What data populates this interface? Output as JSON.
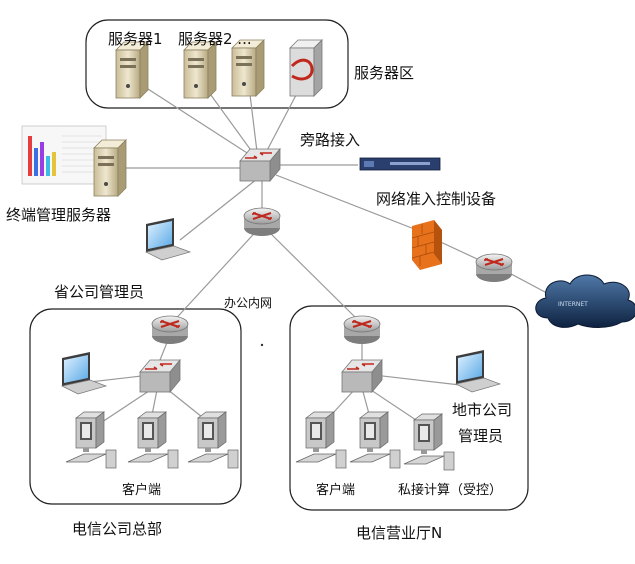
{
  "labels": {
    "server1": "服务器1",
    "server2": "服务器2 ...",
    "server_zone": "服务器区",
    "bypass_access": "旁路接入",
    "terminal_mgmt_server": "终端管理服务器",
    "network_access_device": "网络准入控制设备",
    "province_admin": "省公司管理员",
    "office_intranet": "办公内网",
    "city_admin_line1": "地市公司",
    "city_admin_line2": "管理员",
    "client_left": "客户端",
    "client_right": "客户端",
    "private_compute": "私接计算（受控）",
    "headquarters": "电信公司总部",
    "branch_hall": "电信营业厅N",
    "internet_cloud": "INTERNET"
  },
  "colors": {
    "firewall": "#e8721c",
    "cloud": "#1f3b63",
    "router": "#8a8a8a",
    "server": "#d9ceb0",
    "appliance": "#2a3f6e",
    "lines": "#9a9a9a"
  },
  "icons": {
    "router": "router-icon",
    "switch": "switch-icon",
    "server": "server-icon",
    "firewall": "firewall-icon",
    "cloud": "internet-cloud-icon",
    "laptop": "laptop-icon",
    "pc": "desktop-pc-icon",
    "chart": "chart-monitor-icon"
  }
}
